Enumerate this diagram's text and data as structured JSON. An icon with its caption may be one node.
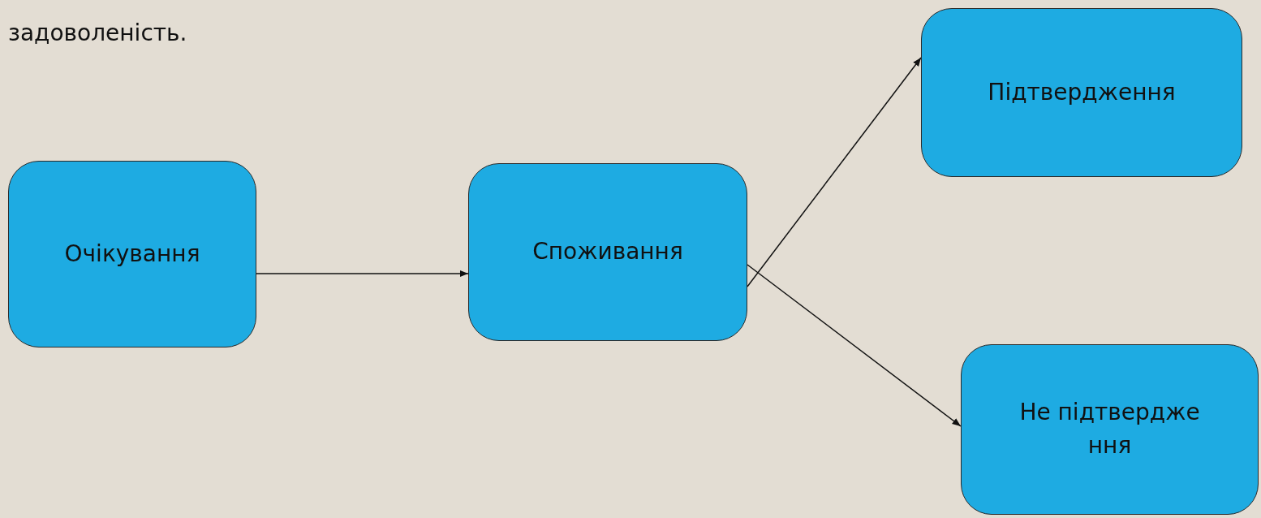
{
  "diagram": {
    "nodes": [
      {
        "text": [
          "Очікування"
        ]
      },
      {
        "text": [
          "Споживання"
        ]
      },
      {
        "text": [
          "Підтвердження"
        ]
      },
      {
        "text": [
          "Не підтвердження"
        ]
      }
    ],
    "edges": [
      {
        "from": 0,
        "to": 1,
        "arrow": "to"
      },
      {
        "from": 1,
        "to": 2,
        "arrow": "to"
      },
      {
        "from": 1,
        "to": 3,
        "arrow": "to"
      }
    ],
    "labels": [
      "задоволеність."
    ]
  }
}
